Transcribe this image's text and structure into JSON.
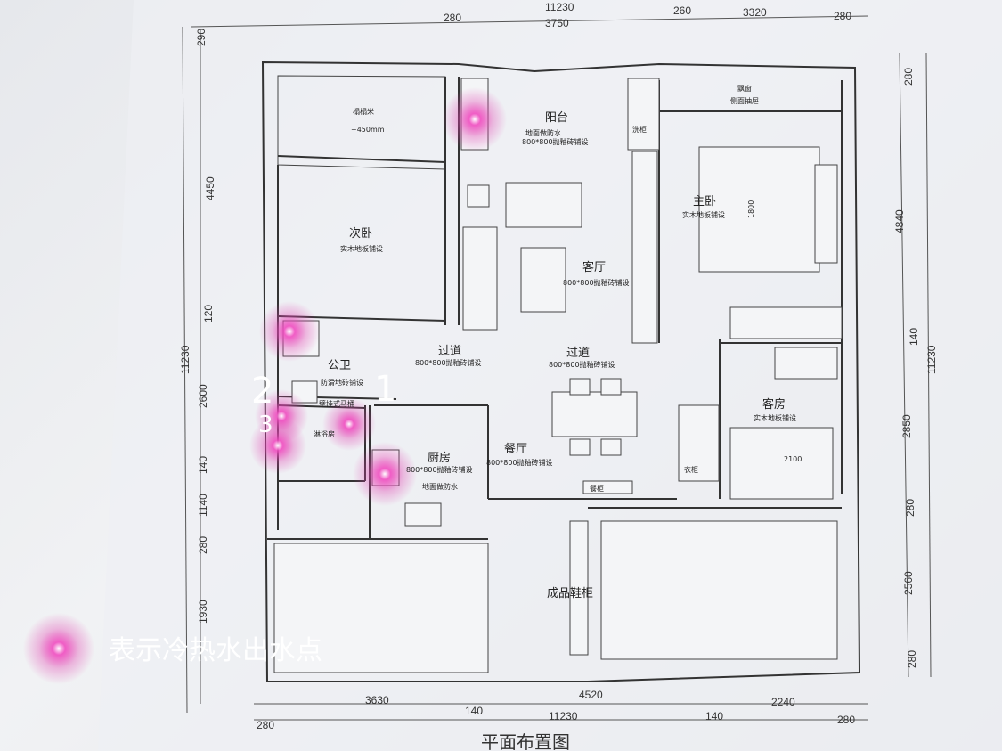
{
  "dims": {
    "top": [
      "280",
      "11230",
      "3750",
      "260",
      "3320",
      "280"
    ],
    "left": [
      "290",
      "4450",
      "120",
      "11230",
      "2600",
      "140",
      "1140",
      "280",
      "1930"
    ],
    "right": [
      "280",
      "4840",
      "140",
      "11230",
      "2850",
      "280",
      "2560",
      "280"
    ],
    "bottom": [
      "3630",
      "4520",
      "2240",
      "280",
      "140",
      "11230",
      "140",
      "280"
    ]
  },
  "rooms": {
    "cabinet": {
      "name": "榻榻米",
      "note": "+450mm"
    },
    "balcony": {
      "name": "阳台",
      "note1": "地面做防水",
      "note2": "800*800抛釉砖铺设",
      "wash": "洗柜"
    },
    "bay": {
      "name": "飘窗",
      "note": "侧面抽屉"
    },
    "second_bed": {
      "name": "次卧",
      "note": "实木地板铺设"
    },
    "master_bed": {
      "name": "主卧",
      "note": "实木地板铺设",
      "bed": "1800"
    },
    "living": {
      "name": "客厅",
      "note": "800*800抛釉砖铺设"
    },
    "bath": {
      "name": "公卫",
      "note": "防滑地砖铺设",
      "toilet": "壁挂式马桶"
    },
    "shower": {
      "name": "淋浴房"
    },
    "corridor1": {
      "name": "过道",
      "note": "800*800抛釉砖铺设"
    },
    "corridor2": {
      "name": "过道",
      "note": "800*800抛釉砖铺设"
    },
    "kitchen": {
      "name": "厨房",
      "note1": "800*800抛釉砖铺设",
      "note2": "地面做防水"
    },
    "dining": {
      "name": "餐厅",
      "note": "800*800抛釉砖铺设"
    },
    "guest": {
      "name": "客房",
      "note": "实木地板铺设",
      "bed": "2100"
    },
    "cab_small": {
      "name": "餐柜"
    },
    "shoe": {
      "name": "成品鞋柜"
    },
    "wardrobe": {
      "name": "衣柜"
    }
  },
  "markers": [
    "1",
    "2",
    "3"
  ],
  "legend": {
    "text": "表示冷热水出水点"
  },
  "caption": {
    "text": "平面布置图"
  },
  "colors": {
    "water_point": "#e040b0",
    "paper": "#eceef1",
    "line": "#333333"
  }
}
